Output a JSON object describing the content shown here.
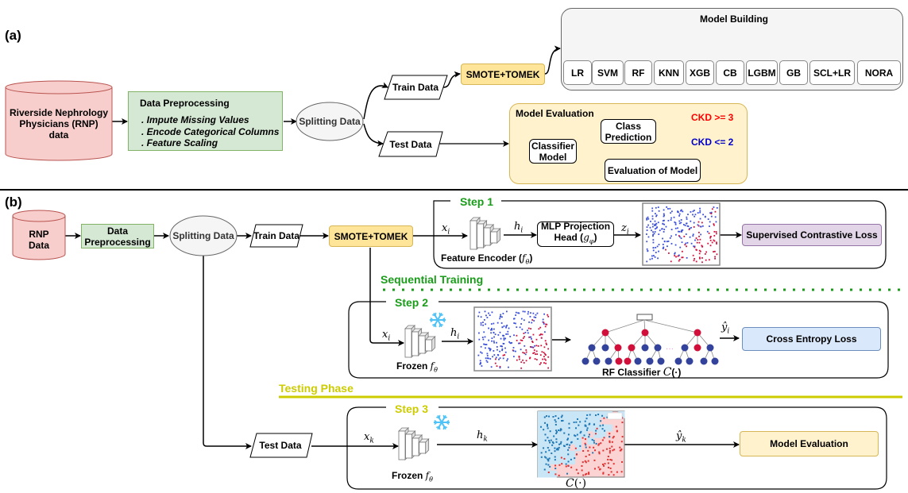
{
  "panel_a": {
    "label": "(a)",
    "source": "Riverside Nephrology Physicians (RNP) data",
    "source_lines": [
      "Riverside Nephrology",
      "Physicians (RNP)",
      "data"
    ],
    "preprocessing": {
      "title": "Data Preprocessing",
      "steps": [
        "Impute Missing Values",
        "Encode Categorical Columns",
        "Feature Scaling"
      ]
    },
    "splitting": "Splitting Data",
    "train": "Train Data",
    "test": "Test Data",
    "resampling": "SMOTE+TOMEK",
    "model_building": {
      "title": "Model Building",
      "models": [
        "LR",
        "SVM",
        "RF",
        "KNN",
        "XGB",
        "CB",
        "LGBM",
        "GB",
        "SCL+LR",
        "NORA"
      ]
    },
    "model_evaluation": {
      "title": "Model Evaluation",
      "classifier": [
        "Classifier",
        "Model"
      ],
      "class_prediction": [
        "Class",
        "Prediction"
      ],
      "evaluation": "Evaluation of Model",
      "outcomes": [
        {
          "label": "CKD >= 3",
          "color": "#ff0000"
        },
        {
          "label": "CKD <= 2",
          "color": "#0000cc"
        }
      ]
    }
  },
  "panel_b": {
    "label": "(b)",
    "source": [
      "RNP",
      "Data"
    ],
    "preprocessing": [
      "Data",
      "Preprocessing"
    ],
    "splitting": "Splitting Data",
    "train": "Train Data",
    "test": "Test Data",
    "resampling": "SMOTE+TOMEK",
    "sequential_training": "Sequential Training",
    "testing_phase": "Testing Phase",
    "step1": {
      "title": "Step 1",
      "input": "x_i",
      "hidden": "h_i",
      "projection": [
        "MLP Projection",
        "Head (g_φ)"
      ],
      "embedding": "z_i",
      "encoder_label": "Feature Encoder (f_θ)",
      "loss": "Supervised Contrastive Loss"
    },
    "step2": {
      "title": "Step 2",
      "input": "x_i",
      "hidden": "h_i",
      "encoder_label": "Frozen f_θ",
      "classifier_label": "RF Classifier C(·)",
      "prediction": "ŷ_i",
      "loss": "Cross Entropy Loss"
    },
    "step3": {
      "title": "Step 3",
      "input": "x_k",
      "hidden": "h_k",
      "encoder_label": "Frozen f_θ",
      "classifier_label": "C(·)",
      "prediction": "ŷ_k",
      "output": "Model Evaluation"
    }
  },
  "colors": {
    "green_text": "#1a9c1a",
    "yellow_text": "#cccc00",
    "class_red": "#d0103a",
    "class_blue": "#3a4ed8",
    "snowflake": "#4fc3f7"
  }
}
